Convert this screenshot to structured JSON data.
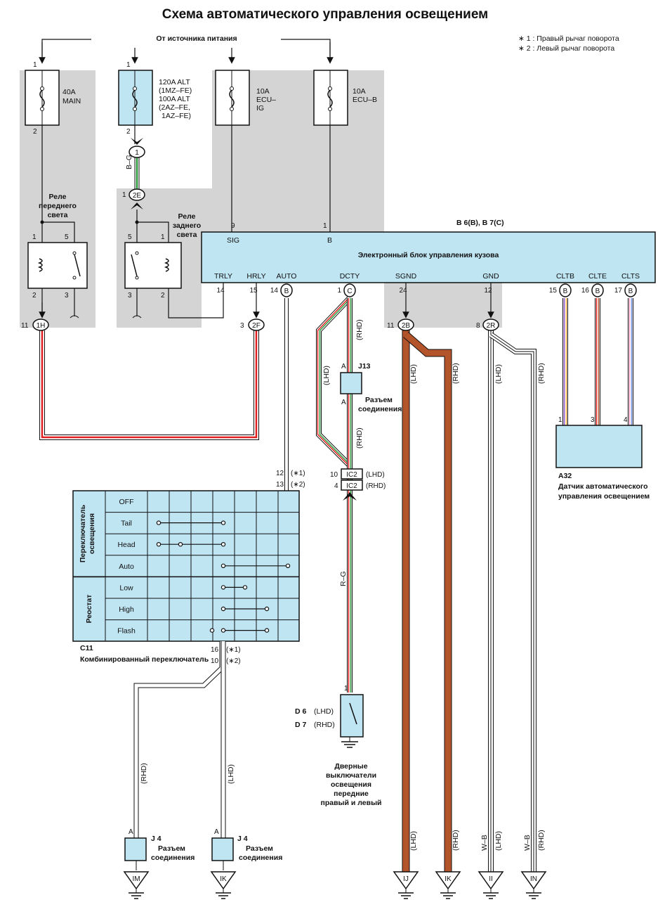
{
  "title": "Схема автоматического управления освещением",
  "notes": {
    "n1": "∗ 1 : Правый рычаг поворота",
    "n2": "∗ 2 : Левый рычаг поворота"
  },
  "power_source": "От источника питания",
  "fuses": {
    "main": {
      "rating": "40A",
      "name": "MAIN",
      "pin_in": "1",
      "pin_out": "2"
    },
    "alt": {
      "l1": "120A ALT",
      "l2": "(1MZ–FE)",
      "l3": "100A ALT",
      "l4": "(2AZ–FE,",
      "l5": "1AZ–FE)",
      "pin_in": "1",
      "pin_out": "2"
    },
    "ecu_ig": {
      "rating": "10A",
      "l2": "ECU–",
      "l3": "IG"
    },
    "ecu_b": {
      "rating": "10A",
      "l2": "ECU–B"
    }
  },
  "relays": {
    "head": {
      "l1": "Реле",
      "l2": "переднего",
      "l3": "света",
      "pins": [
        "1",
        "5",
        "2",
        "3"
      ]
    },
    "tail": {
      "l1": "Реле",
      "l2": "заднего",
      "l3": "света",
      "pins": [
        "5",
        "1",
        "3",
        "2"
      ]
    }
  },
  "connectors": {
    "c1": "1",
    "c2E": "2E",
    "c2E_pin": "1",
    "c1H": "1H",
    "c1H_pin": "11",
    "c2F": "2F",
    "c2F_pin": "3",
    "c2B": "2B",
    "c2B_pin": "11",
    "c2R": "2R",
    "c2R_pin": "8",
    "cB": "B",
    "cC": "C"
  },
  "wire_bg": "B–G",
  "wire_rg": "R–G",
  "ecu": {
    "ref": "B 6(B), B 7(C)",
    "name": "Электронный блок управления кузова",
    "pin_sig": "9",
    "lbl_sig": "SIG",
    "pin_b": "1",
    "lbl_b": "B",
    "terms": [
      "TRLY",
      "HRLY",
      "AUTO",
      "DCTY",
      "SGND",
      "GND",
      "CLTB",
      "CLTE",
      "CLTS"
    ],
    "pins": [
      "14",
      "15",
      "14",
      "1",
      "24",
      "12",
      "15",
      "16",
      "17"
    ]
  },
  "j13": {
    "name": "J13",
    "a1": "A",
    "a2": "A",
    "desc1": "Разъем",
    "desc2": "соединения"
  },
  "ic2": {
    "pin_lhd": "10",
    "lbl1": "IC2",
    "lhd": "(LHD)",
    "pin_rhd": "4",
    "lbl2": "IC2",
    "rhd": "(RHD)"
  },
  "lhd": "(LHD)",
  "rhd": "(RHD)",
  "sensor": {
    "pins": [
      "1",
      "3",
      "4"
    ],
    "name": "A32",
    "desc1": "Датчик автоматического",
    "desc2": "управления освещением"
  },
  "auto_pins": {
    "p12": "12",
    "n12": "(∗1)",
    "p13": "13",
    "n13": "(∗2)"
  },
  "switch": {
    "group1": "Переключатель освещения",
    "group1_l1": "Переключатель",
    "group1_l2": "освещения",
    "group2": "Реостат",
    "rows": [
      "OFF",
      "Tail",
      "Head",
      "Auto",
      "Low",
      "High",
      "Flash"
    ],
    "name": "C11",
    "desc": "Комбинированный переключатель",
    "p16": "16",
    "n16": "(∗1)",
    "p10": "10",
    "n10": "(∗2)"
  },
  "door": {
    "pin": "1",
    "d6": "D 6",
    "d6n": "(LHD)",
    "d7": "D 7",
    "d7n": "(RHD)",
    "desc": [
      "Дверные",
      "выключатели",
      "освещения",
      "передние",
      "правый и левый"
    ]
  },
  "j4": {
    "name": "J 4",
    "a": "A",
    "desc1": "Разъем",
    "desc2": "соединения"
  },
  "wb": "W–B",
  "grounds": [
    "IM",
    "IK",
    "IJ",
    "IK",
    "II",
    "IN"
  ],
  "colors": {
    "gray": "#d4d4d4",
    "blue": "#bfe4f2",
    "red": "#e02020",
    "green": "#2a9a3c",
    "brown": "#b3542a",
    "violet": "#8a4fc8",
    "pink": "#ee99bb",
    "white_wire": "#ffffff"
  }
}
